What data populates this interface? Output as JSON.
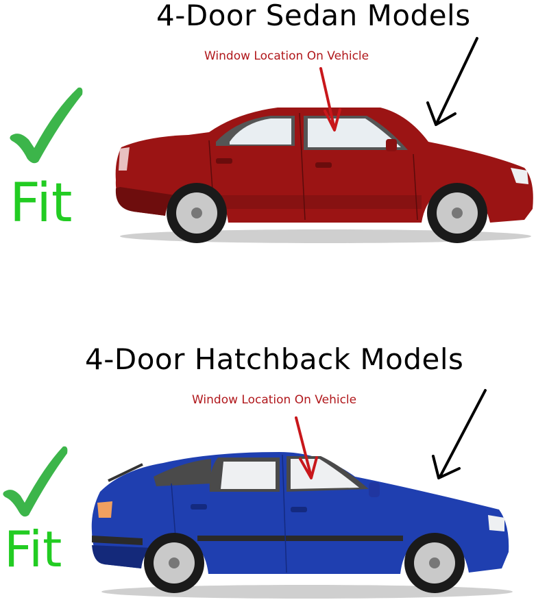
{
  "sections": [
    {
      "title": "4-Door Sedan Models",
      "callout": "Window Location On Vehicle",
      "badge": "Fit",
      "vehicle": {
        "type": "sedan",
        "body_color": "#9b1414"
      }
    },
    {
      "title": "4-Door Hatchback Models",
      "callout": "Window Location On Vehicle",
      "badge": "Fit",
      "vehicle": {
        "type": "hatchback",
        "body_color": "#1f3fb0"
      }
    }
  ],
  "colors": {
    "check": "#3cb54a",
    "fit_text": "#22cc22",
    "callout_text": "#b0171b",
    "arrow_red": "#c8171b",
    "arrow_black": "#000000"
  }
}
